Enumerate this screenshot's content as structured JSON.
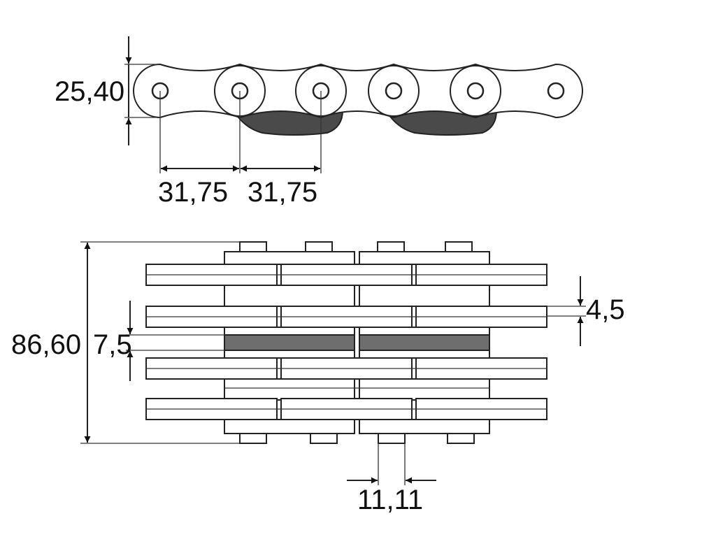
{
  "diagram": {
    "subject": "roller-chain",
    "views": [
      "side-view",
      "top-view"
    ],
    "dimensions": {
      "plate_height": "25,40",
      "pitch_left": "31,75",
      "pitch_right": "31,75",
      "overall_width": "86,60",
      "inner_gap": "7,5",
      "plate_thickness": "4,5",
      "roller_width": "11,11"
    },
    "colors": {
      "outline": "#222222",
      "plate_fill": "#ffffff",
      "shade_fill": "#4a4a4a",
      "inner_band_fill": "#6e6e6e"
    }
  }
}
